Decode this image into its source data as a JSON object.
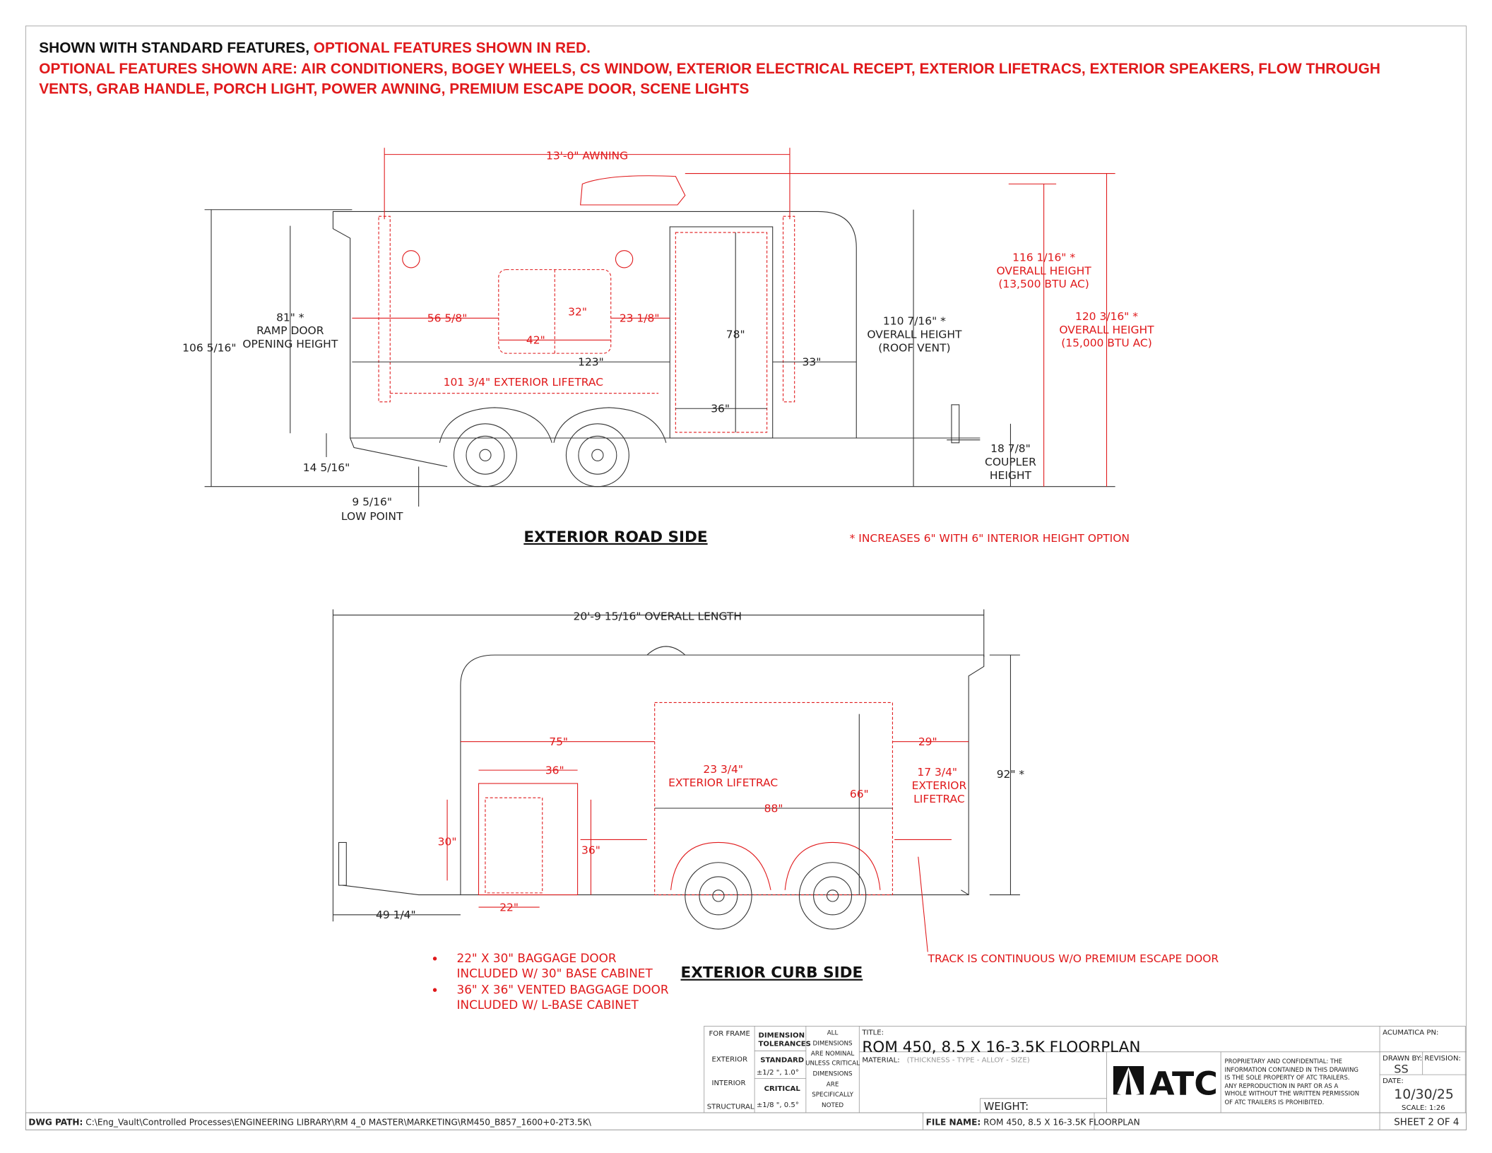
{
  "header": {
    "line1_black": "SHOWN WITH STANDARD FEATURES,",
    "line1_red": "OPTIONAL FEATURES SHOWN IN RED.",
    "line2": "OPTIONAL FEATURES SHOWN ARE: AIR CONDITIONERS, BOGEY WHEELS, CS WINDOW, EXTERIOR ELECTRICAL RECEPT, EXTERIOR LIFETRACS, EXTERIOR SPEAKERS, FLOW THROUGH",
    "line3": "VENTS, GRAB HANDLE, PORCH LIGHT, POWER AWNING, PREMIUM ESCAPE DOOR, SCENE LIGHTS"
  },
  "road_side": {
    "title": "EXTERIOR ROAD SIDE",
    "note": "* INCREASES 6\" WITH 6\" INTERIOR HEIGHT OPTION",
    "labels": [
      {
        "t": "13'-0\" AWNING",
        "c": "red"
      },
      {
        "t": "116 1/16\" *",
        "c": "red"
      },
      {
        "t": "OVERALL HEIGHT",
        "c": "red"
      },
      {
        "t": "(13,500 BTU AC)",
        "c": "red"
      },
      {
        "t": "120 3/16\" *",
        "c": "red"
      },
      {
        "t": "OVERALL HEIGHT",
        "c": "red"
      },
      {
        "t": "(15,000 BTU AC)",
        "c": "red"
      },
      {
        "t": "110 7/16\" *",
        "c": "blk"
      },
      {
        "t": "OVERALL HEIGHT",
        "c": "blk"
      },
      {
        "t": "(ROOF VENT)",
        "c": "blk"
      },
      {
        "t": "81\" *",
        "c": "blk"
      },
      {
        "t": "RAMP DOOR",
        "c": "blk"
      },
      {
        "t": "OPENING HEIGHT",
        "c": "blk"
      },
      {
        "t": "106 5/16\"",
        "c": "blk"
      },
      {
        "t": "56 5/8\"",
        "c": "red"
      },
      {
        "t": "32\"",
        "c": "red"
      },
      {
        "t": "23 1/8\"",
        "c": "red"
      },
      {
        "t": "42\"",
        "c": "red"
      },
      {
        "t": "78\"",
        "c": "blk"
      },
      {
        "t": "123\"",
        "c": "blk"
      },
      {
        "t": "33\"",
        "c": "blk"
      },
      {
        "t": "101 3/4\" EXTERIOR LIFETRAC",
        "c": "red"
      },
      {
        "t": "36\"",
        "c": "blk"
      },
      {
        "t": "14 5/16\"",
        "c": "blk"
      },
      {
        "t": "9 5/16\"",
        "c": "blk"
      },
      {
        "t": "LOW POINT",
        "c": "blk"
      },
      {
        "t": "18 7/8\"",
        "c": "blk"
      },
      {
        "t": "COUPLER",
        "c": "blk"
      },
      {
        "t": "HEIGHT",
        "c": "blk"
      }
    ]
  },
  "curb_side": {
    "title": "EXTERIOR CURB SIDE",
    "track_note": "TRACK IS CONTINUOUS W/O PREMIUM ESCAPE DOOR",
    "bullets": [
      {
        "line1": "22\" X 30\" BAGGAGE DOOR",
        "line2": "INCLUDED W/ 30\" BASE CABINET"
      },
      {
        "line1": "36\" X 36\" VENTED BAGGAGE DOOR",
        "line2": "INCLUDED W/ L-BASE CABINET"
      }
    ],
    "labels": [
      {
        "t": "20'-9 15/16\" OVERALL LENGTH",
        "c": "blk"
      },
      {
        "t": "75\"",
        "c": "red"
      },
      {
        "t": "29\"",
        "c": "red"
      },
      {
        "t": "36\"",
        "c": "red"
      },
      {
        "t": "23 3/4\"",
        "c": "red"
      },
      {
        "t": "EXTERIOR LIFETRAC",
        "c": "red"
      },
      {
        "t": "17 3/4\"",
        "c": "red"
      },
      {
        "t": "EXTERIOR",
        "c": "red"
      },
      {
        "t": "LIFETRAC",
        "c": "red"
      },
      {
        "t": "92\" *",
        "c": "blk"
      },
      {
        "t": "88\"",
        "c": "red"
      },
      {
        "t": "66\"",
        "c": "red"
      },
      {
        "t": "30\"",
        "c": "red"
      },
      {
        "t": "36\"",
        "c": "red"
      },
      {
        "t": "22\"",
        "c": "red"
      },
      {
        "t": "49 1/4\"",
        "c": "blk"
      }
    ]
  },
  "title_block": {
    "for_frame": "FOR FRAME",
    "exterior": "EXTERIOR",
    "interior": "INTERIOR",
    "structural": "STRUCTURAL",
    "dim_tol_1": "DIMENSION",
    "dim_tol_2": "TOLERANCES",
    "standard": "STANDARD",
    "standard_val": "±1/2 \", 1.0°",
    "critical": "CRITICAL",
    "critical_val": "±1/8 \", 0.5°",
    "nominal": [
      "ALL",
      "DIMENSIONS",
      "ARE NOMINAL",
      "UNLESS CRITICAL",
      "DIMENSIONS",
      "ARE",
      "SPECIFICALLY",
      "NOTED"
    ],
    "title_label": "TITLE:",
    "title": "ROM 450, 8.5 X 16-3.5K FLOORPLAN",
    "material_label": "MATERIAL:",
    "material_value": "(THICKNESS - TYPE - ALLOY - SIZE)",
    "weight_label": "WEIGHT:",
    "logo_text": "ATC",
    "proprietary": [
      "PROPRIETARY AND CONFIDENTIAL: THE",
      "INFORMATION CONTAINED IN THIS DRAWING",
      "IS THE SOLE PROPERTY OF ATC TRAILERS.",
      "ANY REPRODUCTION IN PART OR AS A",
      "WHOLE WITHOUT THE WRITTEN PERMISSION",
      "OF ATC TRAILERS IS PROHIBITED."
    ],
    "acumatica_label": "ACUMATICA PN:",
    "drawn_by_label": "DRAWN BY:",
    "drawn_by": "SS",
    "revision_label": "REVISION:",
    "date_label": "DATE:",
    "date": "10/30/25",
    "scale": "SCALE: 1:26",
    "sheet": "SHEET 2 OF 4",
    "file_name_label": "FILE NAME:",
    "file_name": "ROM 450, 8.5 X 16-3.5K FLOORPLAN",
    "dwg_path_label": "DWG PATH:",
    "dwg_path": "C:\\Eng_Vault\\Controlled Processes\\ENGINEERING LIBRARY\\RM 4_0 MASTER\\MARKETING\\RM450_B857_1600+0-2T3.5K\\"
  },
  "colors": {
    "optional_red": "#e0191b",
    "line_black": "#222222"
  }
}
